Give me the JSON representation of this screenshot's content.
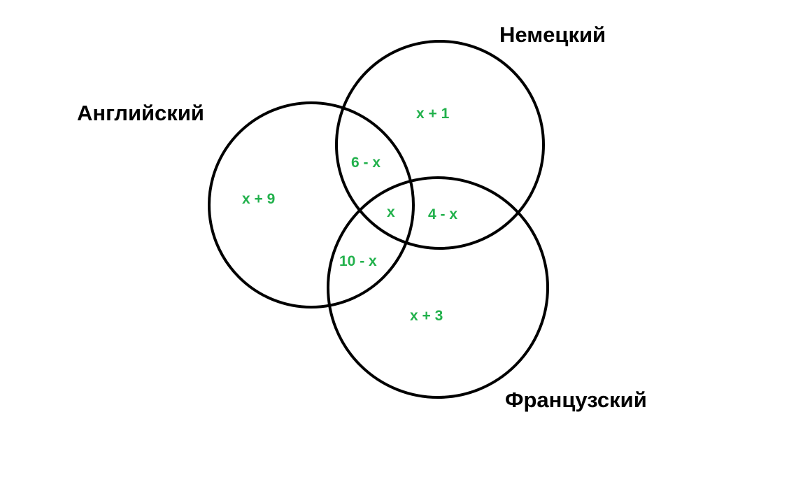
{
  "sets": {
    "english": "Английский",
    "german": "Немецкий",
    "french": "Французский"
  },
  "regions": {
    "english_only": "x + 9",
    "german_only": "x + 1",
    "french_only": "x + 3",
    "english_german": "6 - x",
    "german_french": "4 - x",
    "english_french": "10 - x",
    "all_three": "x"
  },
  "colors": {
    "outline": "#000000",
    "set_label": "#000000",
    "region_label": "#22b14c"
  }
}
